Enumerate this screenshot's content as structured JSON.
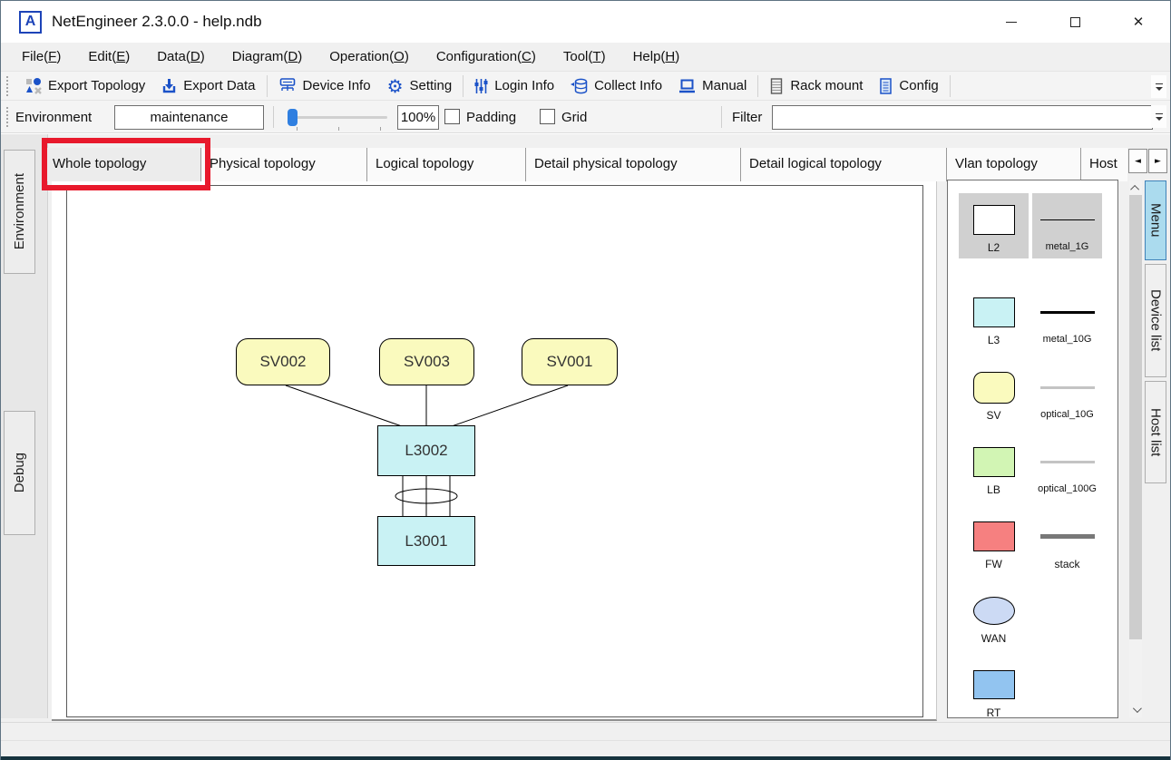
{
  "window": {
    "title": "NetEngineer 2.3.0.0  - help.ndb",
    "icon_letter": "A"
  },
  "menu": {
    "items": [
      {
        "pre": "File(",
        "key": "F",
        "suf": ")"
      },
      {
        "pre": "Edit(",
        "key": "E",
        "suf": ")"
      },
      {
        "pre": "Data(",
        "key": "D",
        "suf": ")"
      },
      {
        "pre": "Diagram(",
        "key": "D",
        "suf": ")"
      },
      {
        "pre": "Operation(",
        "key": "O",
        "suf": ")"
      },
      {
        "pre": "Configuration(",
        "key": "C",
        "suf": ")"
      },
      {
        "pre": "Tool(",
        "key": "T",
        "suf": ")"
      },
      {
        "pre": "Help(",
        "key": "H",
        "suf": ")"
      }
    ]
  },
  "toolbar": {
    "export_topology": "Export Topology",
    "export_data": "Export Data",
    "device_info": "Device Info",
    "setting": "Setting",
    "login_info": "Login Info",
    "collect_info": "Collect Info",
    "manual": "Manual",
    "rack_mount": "Rack mount",
    "config": "Config"
  },
  "options": {
    "environment_label": "Environment",
    "environment_value": "maintenance",
    "zoom_value": "100%",
    "zoom_slider_percent": 5,
    "padding_label": "Padding",
    "padding_checked": false,
    "grid_label": "Grid",
    "grid_checked": false,
    "filter_label": "Filter",
    "filter_value": ""
  },
  "tabs": {
    "selected": "Whole topology",
    "items": [
      {
        "label": "Whole topology"
      },
      {
        "label": "Physical topology"
      },
      {
        "label": "Logical topology"
      },
      {
        "label": "Detail physical topology"
      },
      {
        "label": "Detail logical topology"
      },
      {
        "label": "Vlan topology"
      },
      {
        "label": "Host"
      }
    ]
  },
  "side_tabs_left": [
    {
      "label": "Environment"
    },
    {
      "label": "Debug"
    }
  ],
  "side_tabs_right": {
    "selected": "Menu",
    "items": [
      {
        "label": "Menu"
      },
      {
        "label": "Device list"
      },
      {
        "label": "Host list"
      }
    ]
  },
  "diagram": {
    "nodes": [
      {
        "id": "SV002",
        "type": "SV"
      },
      {
        "id": "SV003",
        "type": "SV"
      },
      {
        "id": "SV001",
        "type": "SV"
      },
      {
        "id": "L3002",
        "type": "L3"
      },
      {
        "id": "L3001",
        "type": "L3"
      }
    ],
    "edges": [
      {
        "from": "SV002",
        "to": "L3002",
        "links": 1
      },
      {
        "from": "SV003",
        "to": "L3002",
        "links": 1
      },
      {
        "from": "SV001",
        "to": "L3002",
        "links": 1
      },
      {
        "from": "L3002",
        "to": "L3001",
        "links": 3,
        "aggregated": true
      }
    ]
  },
  "palette": {
    "devices": [
      {
        "label": "L2",
        "color": "#ffffff",
        "shape": "rect",
        "selected": true
      },
      {
        "label": "L3",
        "color": "#c9f2f4",
        "shape": "rect",
        "selected": false
      },
      {
        "label": "SV",
        "color": "#fafabe",
        "shape": "rounded-rect",
        "selected": false
      },
      {
        "label": "LB",
        "color": "#d2f5b4",
        "shape": "rect",
        "selected": false
      },
      {
        "label": "FW",
        "color": "#f68080",
        "shape": "rect",
        "selected": false
      },
      {
        "label": "WAN",
        "color": "#ccdaf4",
        "shape": "ellipse",
        "selected": false
      },
      {
        "label": "RT",
        "color": "#92c4f0",
        "shape": "rect",
        "selected": false
      }
    ],
    "links": [
      {
        "label": "metal_1G",
        "color": "#000000",
        "weight": 1,
        "selected": true
      },
      {
        "label": "metal_10G",
        "color": "#000000",
        "weight": 3,
        "selected": false
      },
      {
        "label": "optical_10G",
        "color": "#c4c4c4",
        "weight": 3,
        "selected": false
      },
      {
        "label": "optical_100G",
        "color": "#c4c4c4",
        "weight": 3,
        "selected": false
      },
      {
        "label": "stack",
        "color": "#787878",
        "weight": 5,
        "selected": false
      }
    ]
  },
  "annotation": {
    "highlight_target": "Whole topology",
    "color": "#e8192c"
  }
}
